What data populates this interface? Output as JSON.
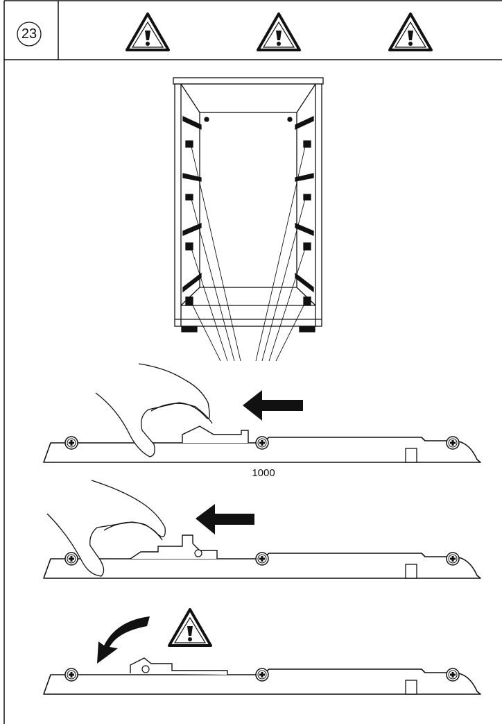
{
  "header": {
    "step_number": "23",
    "warning_count": 3
  },
  "icons": {
    "header_warnings": [
      "warning-triangle-icon",
      "warning-triangle-icon",
      "warning-triangle-icon"
    ],
    "inline_warning": "warning-triangle-icon",
    "push_arrow": "arrow-left-icon",
    "tilt_arrow": "curved-arrow-icon",
    "screw": "screw-head-icon"
  },
  "figures": {
    "runner_dimension": "1000"
  },
  "colors": {
    "line": "#111111",
    "background": "#ffffff"
  }
}
